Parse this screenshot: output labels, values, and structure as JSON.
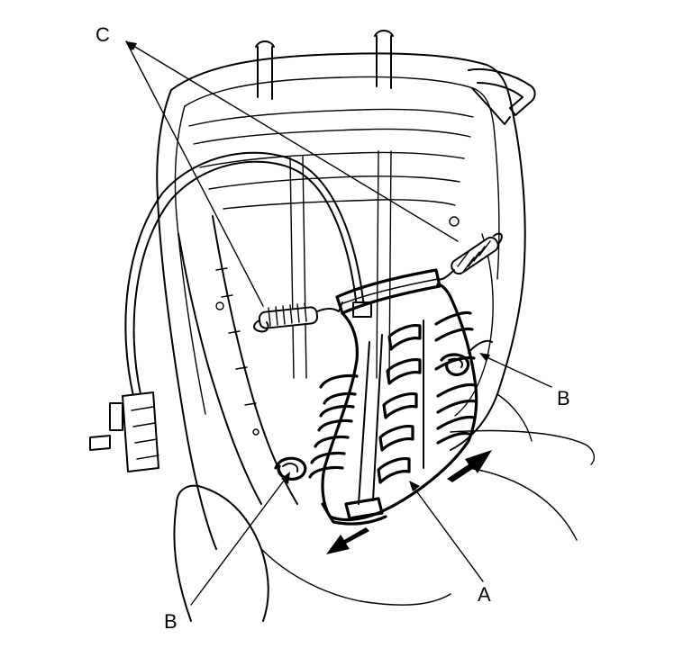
{
  "callouts": {
    "c": "C",
    "b_right": "B",
    "b_left": "B",
    "a": "A"
  },
  "colors": {
    "ink": "#000000",
    "paper": "#ffffff"
  }
}
